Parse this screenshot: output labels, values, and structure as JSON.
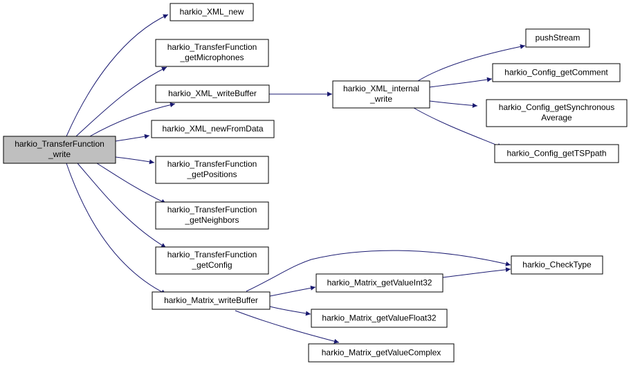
{
  "diagram": {
    "nodes": {
      "root": [
        "harkio_TransferFunction",
        "_write"
      ],
      "xml_new": [
        "harkio_XML_new"
      ],
      "tf_getMicrophones": [
        "harkio_TransferFunction",
        "_getMicrophones"
      ],
      "xml_writeBuffer": [
        "harkio_XML_writeBuffer"
      ],
      "xml_newFromData": [
        "harkio_XML_newFromData"
      ],
      "tf_getPositions": [
        "harkio_TransferFunction",
        "_getPositions"
      ],
      "tf_getNeighbors": [
        "harkio_TransferFunction",
        "_getNeighbors"
      ],
      "tf_getConfig": [
        "harkio_TransferFunction",
        "_getConfig"
      ],
      "matrix_writeBuffer": [
        "harkio_Matrix_writeBuffer"
      ],
      "xml_internal_write": [
        "harkio_XML_internal",
        "_write"
      ],
      "pushStream": [
        "pushStream"
      ],
      "config_getComment": [
        "harkio_Config_getComment"
      ],
      "config_getSyncAvg": [
        "harkio_Config_getSynchronous",
        "Average"
      ],
      "config_getTSPpath": [
        "harkio_Config_getTSPpath"
      ],
      "checkType": [
        "harkio_CheckType"
      ],
      "matrix_getValueInt32": [
        "harkio_Matrix_getValueInt32"
      ],
      "matrix_getValueFloat32": [
        "harkio_Matrix_getValueFloat32"
      ],
      "matrix_getValueComplex": [
        "harkio_Matrix_getValueComplex"
      ]
    },
    "edges": [
      [
        "root",
        "xml_new"
      ],
      [
        "root",
        "tf_getMicrophones"
      ],
      [
        "root",
        "xml_writeBuffer"
      ],
      [
        "root",
        "xml_newFromData"
      ],
      [
        "root",
        "tf_getPositions"
      ],
      [
        "root",
        "tf_getNeighbors"
      ],
      [
        "root",
        "tf_getConfig"
      ],
      [
        "root",
        "matrix_writeBuffer"
      ],
      [
        "xml_writeBuffer",
        "xml_internal_write"
      ],
      [
        "xml_internal_write",
        "pushStream"
      ],
      [
        "xml_internal_write",
        "config_getComment"
      ],
      [
        "xml_internal_write",
        "config_getSyncAvg"
      ],
      [
        "xml_internal_write",
        "config_getTSPpath"
      ],
      [
        "matrix_writeBuffer",
        "checkType"
      ],
      [
        "matrix_writeBuffer",
        "matrix_getValueInt32"
      ],
      [
        "matrix_writeBuffer",
        "matrix_getValueFloat32"
      ],
      [
        "matrix_writeBuffer",
        "matrix_getValueComplex"
      ],
      [
        "matrix_getValueInt32",
        "checkType"
      ]
    ]
  }
}
